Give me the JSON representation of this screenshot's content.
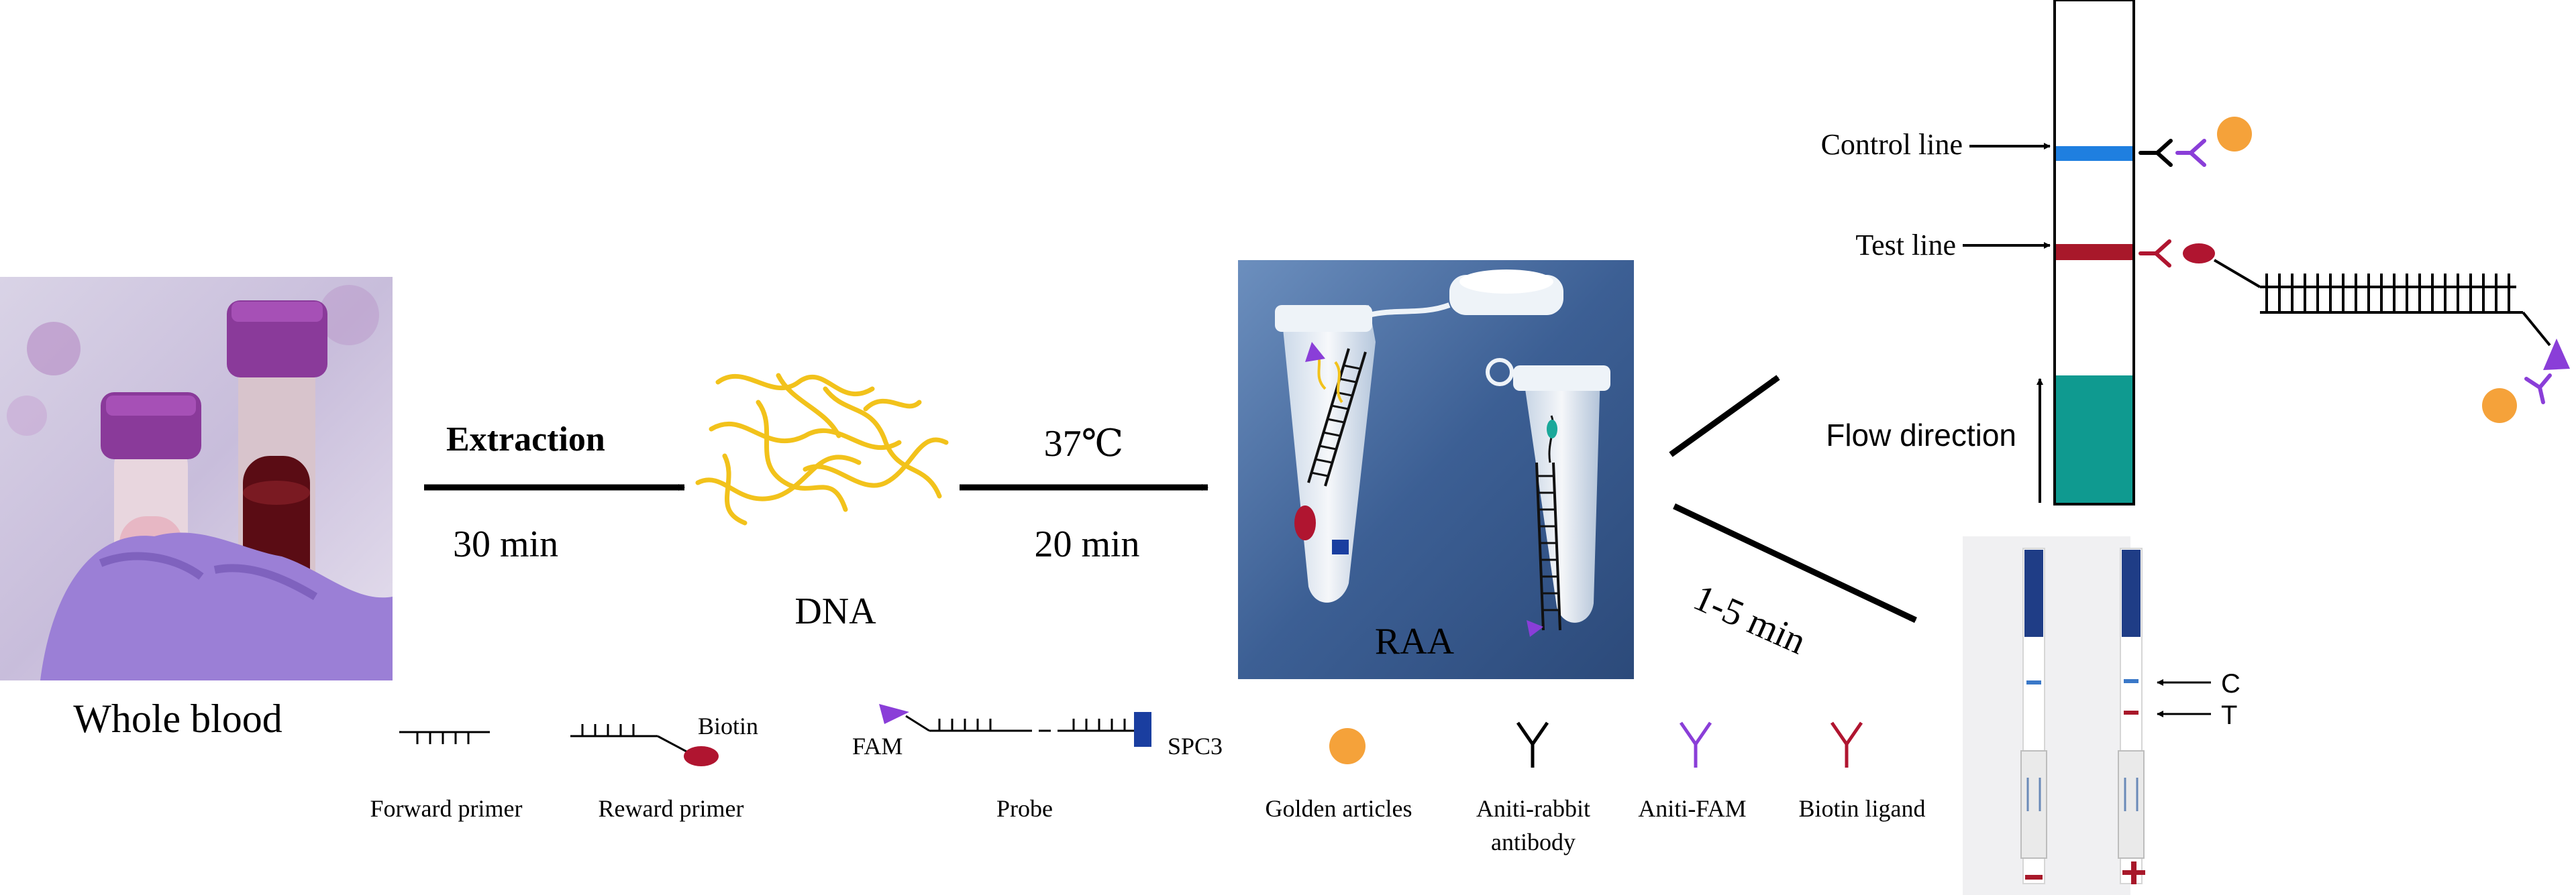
{
  "blood": {
    "caption": "Whole blood"
  },
  "step1": {
    "label": "Extraction",
    "time": "30 min"
  },
  "dna": {
    "label": "DNA"
  },
  "step2": {
    "label": "37℃",
    "time": "20 min"
  },
  "raa": {
    "label": "RAA"
  },
  "readout": {
    "time": "1-5 min"
  },
  "strip": {
    "control_label": "Control line",
    "test_label": "Test line",
    "flow_label": "Flow direction",
    "colors": {
      "control": "#1f7fe0",
      "test": "#a8182a",
      "pad": "#0f9a90"
    }
  },
  "photo_strip": {
    "c_label": "C",
    "t_label": "T"
  },
  "legend": {
    "biotin": "Biotin",
    "fam": "FAM",
    "spc3": "SPC3",
    "forward_primer": "Forward primer",
    "reward_primer": "Reward primer",
    "probe": "Probe",
    "golden_articles": "Golden articles",
    "anti_rabbit_line1": "Aniti-rabbit",
    "anti_rabbit_line2": "antibody",
    "anti_fam": "Aniti-FAM",
    "biotin_ligand": "Biotin ligand"
  },
  "colors": {
    "gold": "#f5a23a",
    "biotin": "#b01530",
    "fam": "#8a3ed8",
    "dna": "#f2c21b",
    "spc3": "#1a3ea0"
  }
}
